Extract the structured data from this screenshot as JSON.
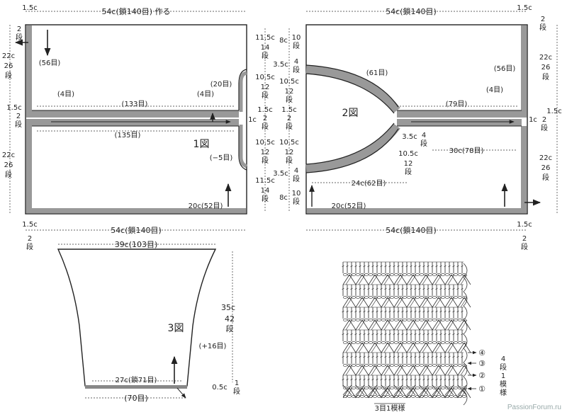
{
  "fig1": {
    "top_width": "54c(鎖140目) 作る",
    "edge_left": "1.5c",
    "edge_top_rows": "2",
    "edge_top_unit": "段",
    "h_top": "22c",
    "h_top_rows": "26",
    "h_top_unit": "段",
    "mid": "1.5c",
    "mid_rows": "2",
    "mid_unit": "段",
    "h_bot": "22c",
    "h_bot_rows": "26",
    "h_bot_unit": "段",
    "st56": "(56目)",
    "st4a": "(4目)",
    "st133": "(133目)",
    "st4b": "(4目)",
    "st20": "(20目)",
    "st135": "(135目)",
    "title": "1図",
    "dec": "(−5目)",
    "bottom_st": "20c(52目)",
    "bottom_width": "54c(鎖140目)",
    "bl_edge": "1.5c",
    "bl_rows": "2",
    "bl_unit": "段",
    "cc": "1c"
  },
  "middle": {
    "a1": "11.5c",
    "a1r": "14",
    "a1u": "段",
    "a2": "10.5c",
    "a2r": "12",
    "a2u": "段",
    "a3": "1.5c",
    "a3r": "2",
    "a3u": "段",
    "a4": "10.5c",
    "a4r": "12",
    "a4u": "段",
    "a5": "11.5c",
    "a5r": "14",
    "a5u": "段",
    "b1": "8c",
    "b1r": "10",
    "b1u": "段",
    "b2": "3.5c",
    "b2r": "4",
    "b2u": "段",
    "b3": "10.5c",
    "b3r": "12",
    "b3u": "段",
    "b4": "1.5c",
    "b4r": "2",
    "b4u": "段",
    "b5": "10.5c",
    "b5r": "12",
    "b5u": "段",
    "b6": "3.5c",
    "b6r": "4",
    "b6u": "段",
    "b7": "8c",
    "b7r": "10",
    "b7u": "段"
  },
  "fig2": {
    "top_width": "54c(鎖140目)",
    "edge_right": "1.5c",
    "edge_rows": "2",
    "edge_unit": "段",
    "h_top": "22c",
    "h_top_rows": "26",
    "h_top_unit": "段",
    "mid": "1.5c",
    "mid_rows": "2",
    "mid_unit": "段",
    "h_bot": "22c",
    "h_bot_rows": "26",
    "h_bot_unit": "段",
    "st61": "(61目)",
    "st56": "(56目)",
    "st4": "(4目)",
    "st79": "(79目)",
    "title": "2図",
    "s35": "3.5c",
    "s35r": "4",
    "s35u": "段",
    "s105": "10.5c",
    "s105r": "12",
    "s105u": "段",
    "st30": "30c(78目)",
    "st24": "24c(62目)",
    "bottom_st": "20c(52目)",
    "bottom_width": "54c(鎖140目)",
    "br_edge": "1.5c",
    "br_rows": "2",
    "br_unit": "段",
    "cc": "1c"
  },
  "fig3": {
    "top": "39c(103目)",
    "title": "3図",
    "height": "35c",
    "height_rows": "42",
    "height_unit": "段",
    "inc": "(+16目)",
    "bottom": "27c(鎖71目)",
    "bottom_st": "(70目)",
    "edge": "0.5c",
    "edge_rows": "1",
    "edge_unit": "段"
  },
  "chart": {
    "r4": "4",
    "r3": "3",
    "r2": "2",
    "r1": "1",
    "repeat_rows": "4",
    "repeat_rows_unit": "段",
    "repeat_rows_one": "1",
    "repeat_rows_label": "模様",
    "repeat_sts": "3目1模様"
  },
  "watermark": "PassionForum.ru"
}
